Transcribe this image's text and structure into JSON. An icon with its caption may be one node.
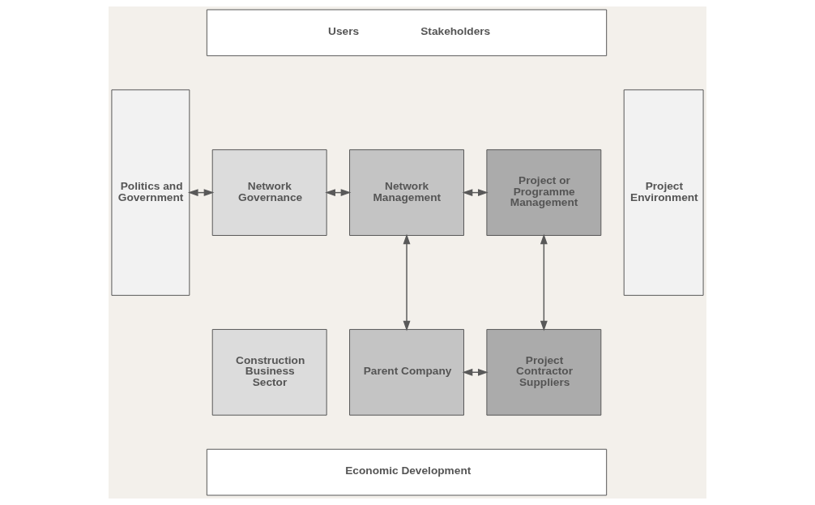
{
  "diagram": {
    "nodes": [
      {
        "text": [
          "Users",
          "Stakeholders"
        ]
      },
      {
        "text": [
          "Politics and Government"
        ]
      },
      {
        "text": [
          "Network Governance"
        ]
      },
      {
        "text": [
          "Network Management"
        ]
      },
      {
        "text": [
          "Project or Programme Management"
        ]
      },
      {
        "text": [
          "Project Environment"
        ]
      },
      {
        "text": [
          "Construction Business Sector"
        ]
      },
      {
        "text": [
          "Parent Company"
        ]
      },
      {
        "text": [
          "Project Contractor Suppliers"
        ]
      },
      {
        "text": [
          "Economic Development"
        ]
      }
    ],
    "edges": [
      {
        "from": 1,
        "to": 2,
        "arrow": "both"
      },
      {
        "from": 2,
        "to": 3,
        "arrow": "both"
      },
      {
        "from": 3,
        "to": 4,
        "arrow": "both"
      },
      {
        "from": 3,
        "to": 7,
        "arrow": "both"
      },
      {
        "from": 4,
        "to": 8,
        "arrow": "both"
      },
      {
        "from": 7,
        "to": 8,
        "arrow": "both"
      }
    ]
  }
}
